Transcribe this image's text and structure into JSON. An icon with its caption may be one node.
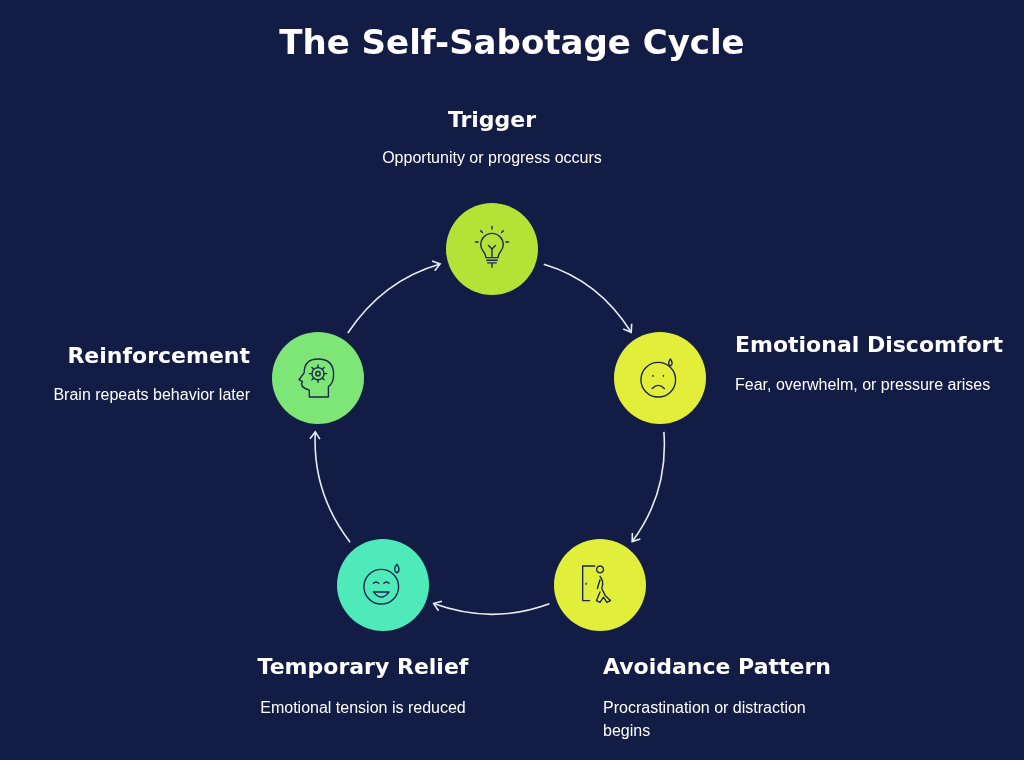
{
  "diagram": {
    "title": "The Self-Sabotage Cycle",
    "nodes": [
      {
        "text": [
          "Trigger",
          "Opportunity or progress occurs"
        ]
      },
      {
        "text": [
          "Emotional Discomfort",
          "Fear, overwhelm, or pressure arises"
        ]
      },
      {
        "text": [
          "Avoidance Pattern",
          "Procrastination or distraction begins"
        ]
      },
      {
        "text": [
          "Temporary Relief",
          "Emotional tension is reduced"
        ]
      },
      {
        "text": [
          "Reinforcement",
          "Brain repeats behavior later"
        ]
      }
    ],
    "edges": [
      {
        "from": 0,
        "to": 1,
        "arrow": "to"
      },
      {
        "from": 1,
        "to": 2,
        "arrow": "to"
      },
      {
        "from": 2,
        "to": 3,
        "arrow": "to"
      },
      {
        "from": 3,
        "to": 4,
        "arrow": "to"
      },
      {
        "from": 4,
        "to": 0,
        "arrow": "to"
      }
    ]
  }
}
